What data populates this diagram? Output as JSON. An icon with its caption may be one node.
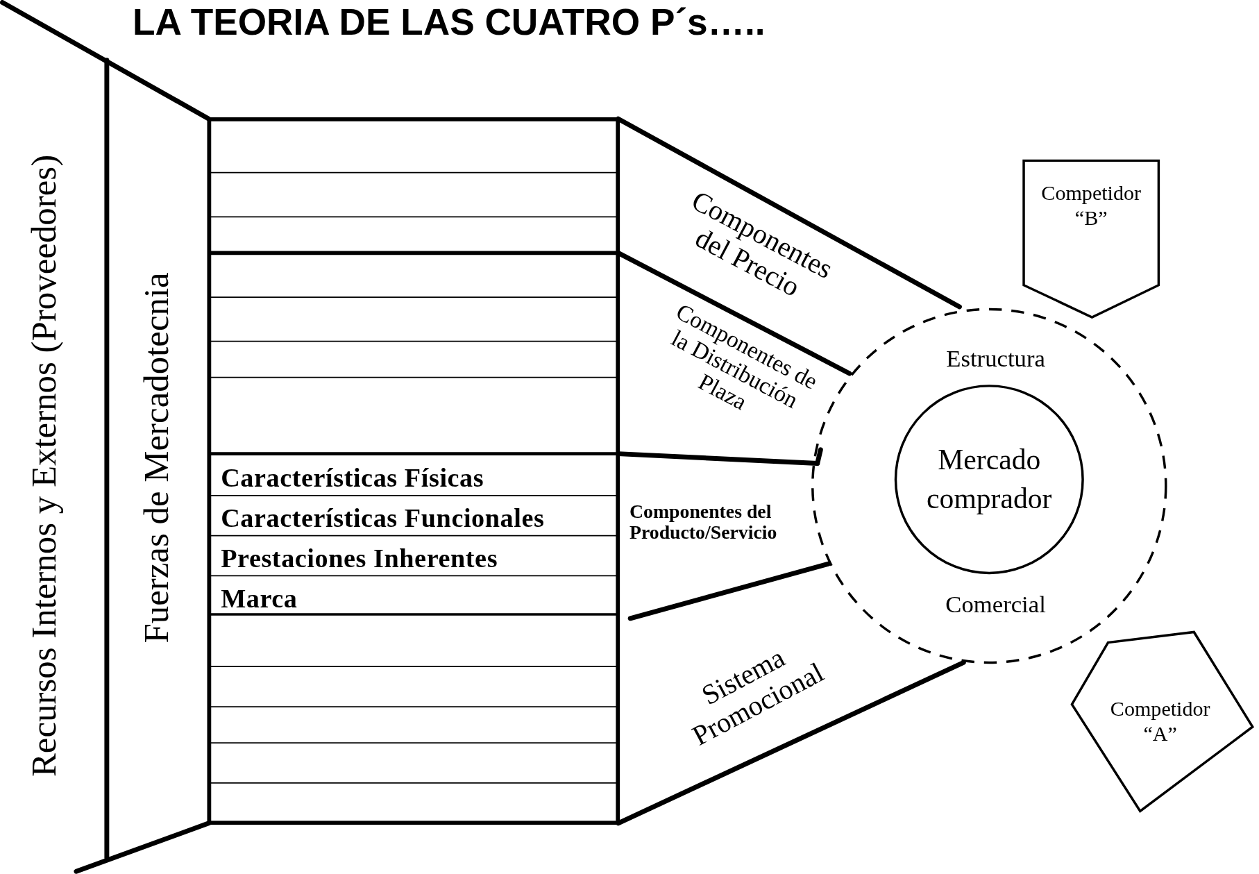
{
  "diagram": {
    "title": "LA TEORIA DE LAS CUATRO P´s…..",
    "nodes": [
      {
        "text": [
          "Recursos Internos y Externos (Proveedores)"
        ]
      },
      {
        "text": [
          "Fuerzas de Mercadotecnia"
        ]
      },
      {
        "text": [],
        "shape": "box"
      },
      {
        "text": [
          "Características Físicas"
        ],
        "in": 2
      },
      {
        "text": [
          "Características Funcionales"
        ],
        "in": 2
      },
      {
        "text": [
          "Prestaciones Inherentes"
        ],
        "in": 2
      },
      {
        "text": [
          "Marca"
        ],
        "in": 2
      },
      {
        "text": [
          "Componentes del Precio"
        ]
      },
      {
        "text": [
          "Componentes de la Distribución Plaza"
        ]
      },
      {
        "text": [
          "Componentes del Producto/Servicio"
        ]
      },
      {
        "text": [
          "Sistema Promocional"
        ]
      },
      {
        "text": [
          "Competidor “B”"
        ]
      },
      {
        "text": [
          "Estructura",
          "Comercial"
        ]
      },
      {
        "text": [
          "Mercado comprador"
        ],
        "in": 12
      },
      {
        "text": [
          "Competidor “A”"
        ]
      }
    ]
  }
}
